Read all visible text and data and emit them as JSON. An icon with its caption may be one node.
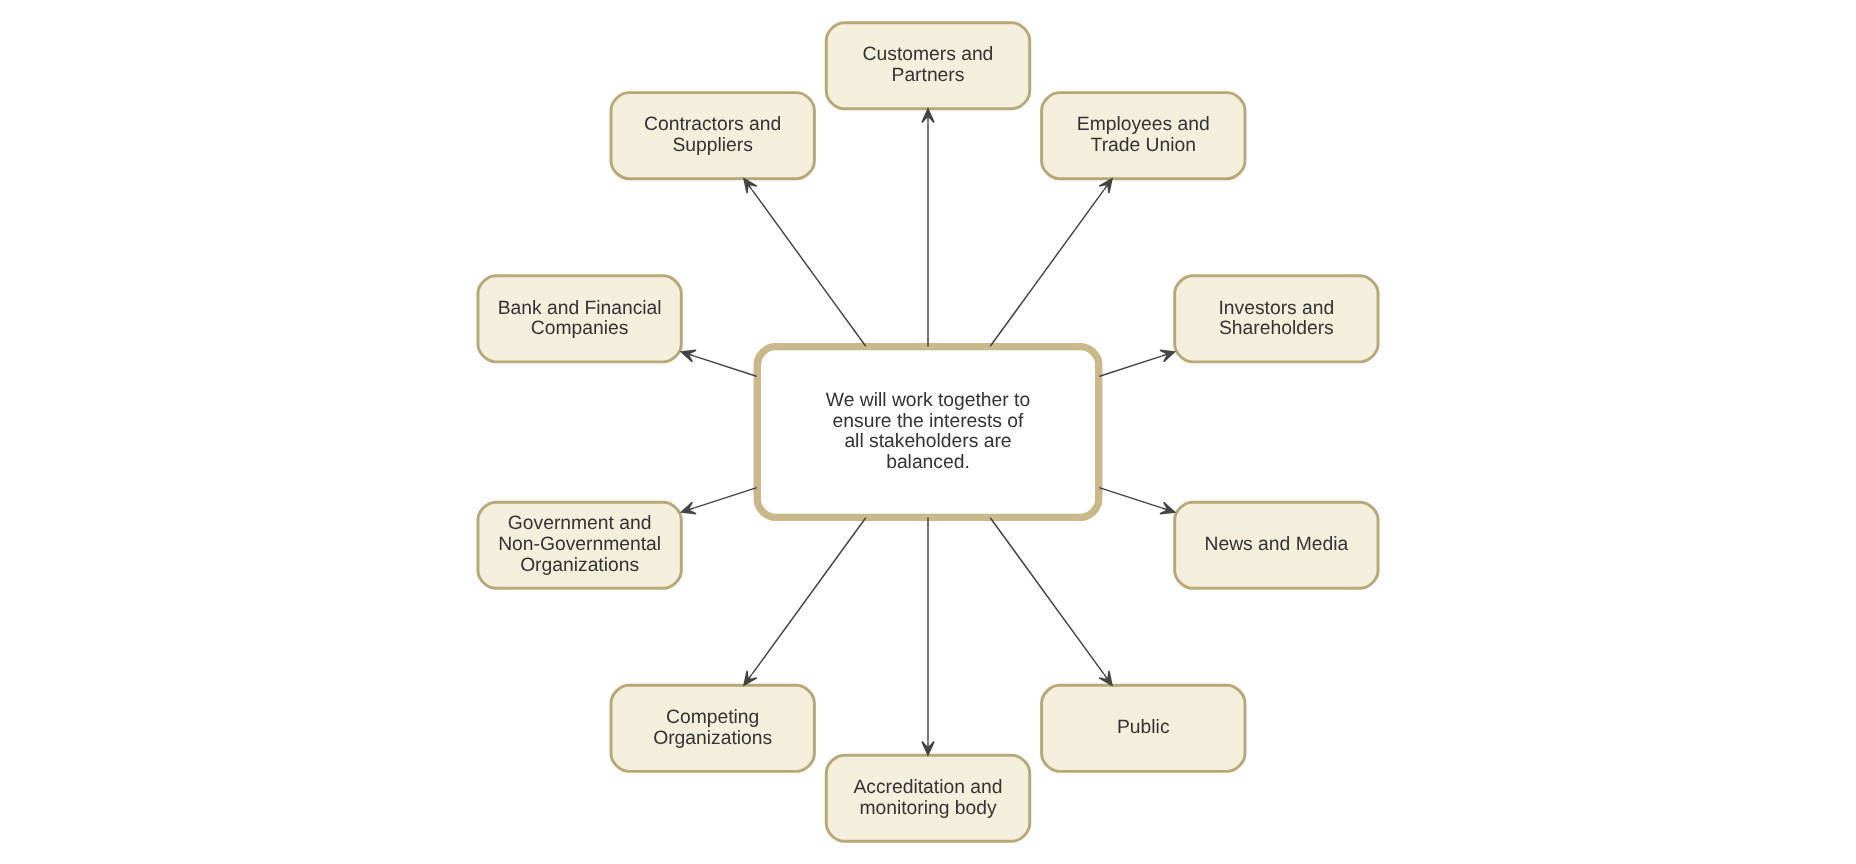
{
  "diagram": {
    "nodes": [
      {
        "text": [
          "We will work together to ensure the interests of all stakeholders are balanced."
        ]
      },
      {
        "text": [
          "Investors and Shareholders"
        ]
      },
      {
        "text": [
          "Employees and Trade Union"
        ]
      },
      {
        "text": [
          "Customers and Partners"
        ]
      },
      {
        "text": [
          "Contractors and Suppliers"
        ]
      },
      {
        "text": [
          "Bank and Financial Companies"
        ]
      },
      {
        "text": [
          "Government and Non-Governmental Organizations"
        ]
      },
      {
        "text": [
          "Competing Organizations"
        ]
      },
      {
        "text": [
          "Accreditation and monitoring body"
        ]
      },
      {
        "text": [
          "Public"
        ]
      },
      {
        "text": [
          "News and Media"
        ]
      }
    ],
    "edges": [
      {
        "from": 0,
        "to": 1,
        "arrow": "to"
      },
      {
        "from": 0,
        "to": 2,
        "arrow": "to"
      },
      {
        "from": 0,
        "to": 3,
        "arrow": "to"
      },
      {
        "from": 0,
        "to": 4,
        "arrow": "to"
      },
      {
        "from": 0,
        "to": 5,
        "arrow": "to"
      },
      {
        "from": 0,
        "to": 6,
        "arrow": "to"
      },
      {
        "from": 0,
        "to": 7,
        "arrow": "to"
      },
      {
        "from": 0,
        "to": 8,
        "arrow": "to"
      },
      {
        "from": 0,
        "to": 9,
        "arrow": "to"
      },
      {
        "from": 0,
        "to": 10,
        "arrow": "to"
      }
    ]
  }
}
